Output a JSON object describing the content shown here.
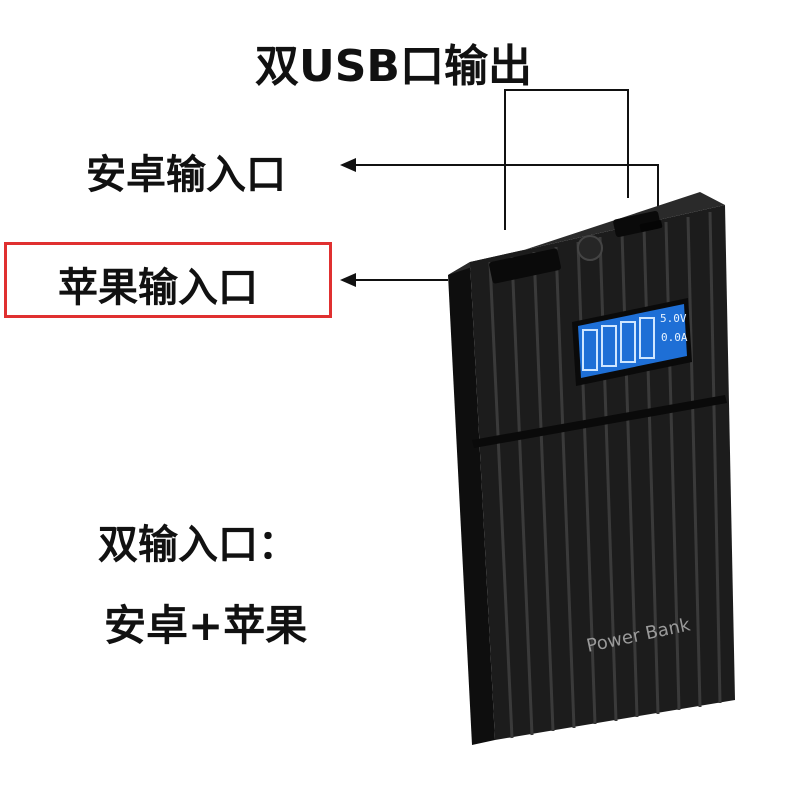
{
  "labels": {
    "dual_usb_output": "双USB口输出",
    "android_input": "安卓输入口",
    "apple_input": "苹果输入口",
    "dual_input": "双输入口：",
    "android_plus_apple": "安卓+苹果"
  },
  "device": {
    "brand_text": "Power Bank",
    "display_values": [
      "5.0V",
      "0.0A"
    ]
  },
  "colors": {
    "highlight": "#e03030",
    "device_body": "#1c1c1c",
    "lcd": "#1e6fd6"
  }
}
